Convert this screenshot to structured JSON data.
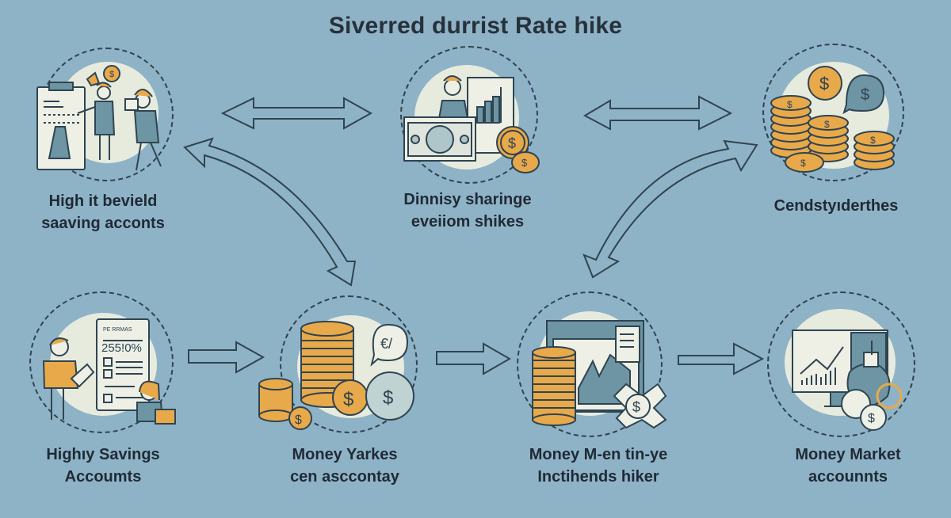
{
  "title": "Siverred durrist Rate hike",
  "colors": {
    "background": "#8fb3c6",
    "disc": "#e7ebde",
    "outline": "#2f4452",
    "text": "#1f2a36",
    "gold": "#e8a94a",
    "teal": "#6d95a3"
  },
  "nodes": [
    {
      "id": "top-left",
      "line1": "High it bevield",
      "line2": "saaving acconts",
      "icon": "people-with-clipboard-icon"
    },
    {
      "id": "top-center",
      "line1": "Dinnisy sharinge",
      "line2": "eveiiom shikes",
      "icon": "banker-with-money-chart-icon"
    },
    {
      "id": "top-right",
      "line1": "Cendstyıderthes",
      "line2": "",
      "icon": "coin-stacks-icon"
    },
    {
      "id": "bottom-1",
      "line1": "Highıy Savings",
      "line2": "Accoumts",
      "icon": "people-with-rate-document-icon",
      "doc_rate": "255!0%",
      "doc_header": "PE RRMAS"
    },
    {
      "id": "bottom-2",
      "line1": "Money Yarkes",
      "line2": "cen asccontay",
      "icon": "coin-stack-with-currency-bubble-icon",
      "bubble": "€/"
    },
    {
      "id": "bottom-3",
      "line1": "Money M-en tin-ye",
      "line2": "Inctihends hiker",
      "icon": "coins-with-chart-screen-icon"
    },
    {
      "id": "bottom-4",
      "line1": "Money Market",
      "line2": "accounnts",
      "icon": "monitor-growth-chart-icon"
    }
  ],
  "arrows": [
    {
      "from": "top-left",
      "to": "top-center",
      "type": "double-horizontal"
    },
    {
      "from": "top-center",
      "to": "top-right",
      "type": "double-horizontal"
    },
    {
      "from": "top-left",
      "to": "bottom-2",
      "type": "double-curved"
    },
    {
      "from": "top-right",
      "to": "bottom-3",
      "type": "double-curved"
    },
    {
      "from": "bottom-1",
      "to": "bottom-2",
      "type": "right"
    },
    {
      "from": "bottom-2",
      "to": "bottom-3",
      "type": "right"
    },
    {
      "from": "bottom-3",
      "to": "bottom-4",
      "type": "right"
    }
  ],
  "symbols": {
    "dollar": "$",
    "euro": "€"
  }
}
